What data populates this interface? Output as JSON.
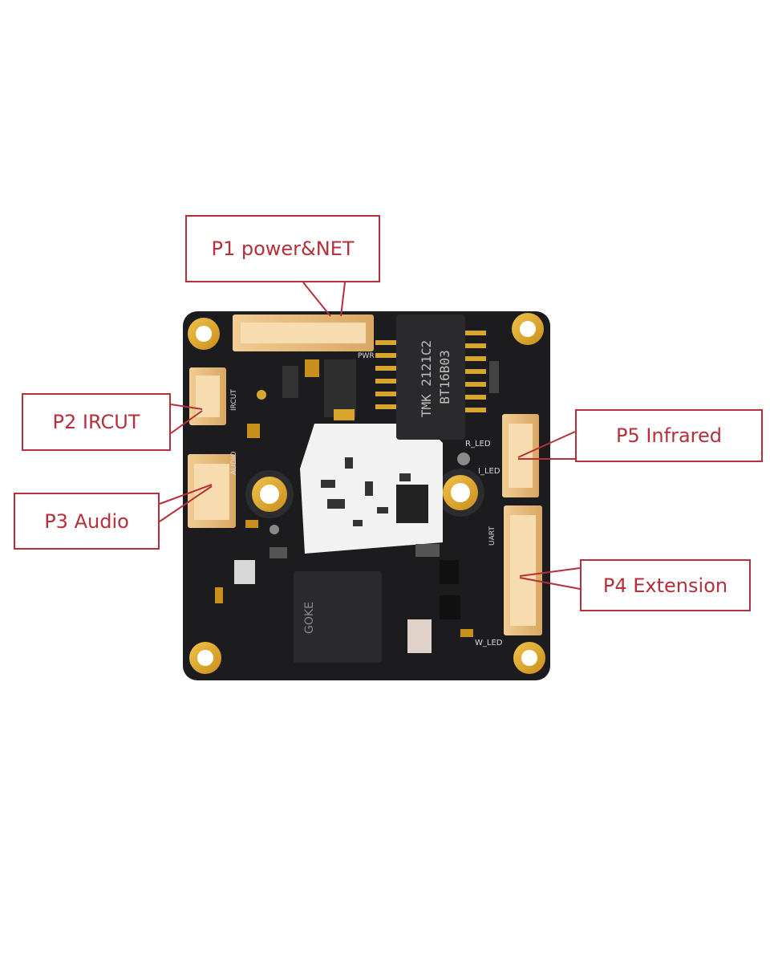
{
  "callouts": {
    "p1": "P1 power&NET",
    "p2": "P2 IRCUT",
    "p3": "P3 Audio",
    "p5": "P5 Infrared",
    "p4": "P4 Extension"
  },
  "board": {
    "transformer_line1": "TMK 2121C2",
    "transformer_line2": "BT16B03",
    "chip_label": "GOKE",
    "silk_pwr": "PWR",
    "silk_r_led": "R_LED",
    "silk_i_led": "I_LED",
    "silk_uart": "UART",
    "silk_w_led": "W_LED",
    "silk_ircut": "IRCUT",
    "silk_audio": "AUDIO"
  },
  "colors": {
    "callout": "#b5303a",
    "pcb": "#1c1c1e",
    "gold": "#d9a531",
    "connector": "#e6b97a"
  }
}
